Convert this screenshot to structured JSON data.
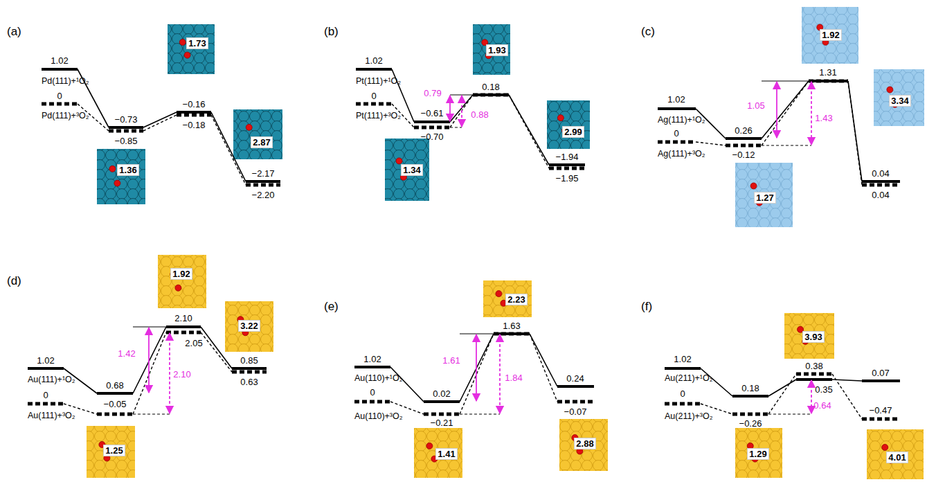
{
  "diagram": {
    "labels": [
      "(a)",
      "1.02",
      "Pd(111)+¹O₂",
      "0",
      "Pd(111)+³O₂",
      "−0.73",
      "−0.85",
      "1.73",
      "1.36",
      "−0.16",
      "−0.18",
      "2.87",
      "−2.17",
      "−2.20",
      "(b)",
      "1.02",
      "Pt(111)+¹O₂",
      "0",
      "Pt(111)+³O₂",
      "−0.61",
      "−0.70",
      "0.79",
      "0.88",
      "0.18",
      "1.93",
      "1.34",
      "2.99",
      "−1.94",
      "−1.95",
      "(c)",
      "1.02",
      "Ag(111)+¹O₂",
      "0",
      "Ag(111)+³O₂",
      "0.26",
      "−0.12",
      "1.05",
      "1.43",
      "1.31",
      "1.92",
      "1.27",
      "3.34",
      "0.04",
      "0.04",
      "(d)",
      "1.02",
      "Au(111)+¹O₂",
      "0",
      "Au(111)+³O₂",
      "0.68",
      "−0.05",
      "1.42",
      "2.10",
      "2.10",
      "2.05",
      "1.92",
      "1.25",
      "3.22",
      "0.85",
      "0.63",
      "(e)",
      "1.02",
      "Au(110)+¹O₂",
      "0",
      "Au(110)+³O₂",
      "0.02",
      "−0.21",
      "1.61",
      "1.84",
      "1.63",
      "2.23",
      "1.41",
      "2.88",
      "0.24",
      "−0.07",
      "(f)",
      "1.02",
      "Au(211)+¹O₂",
      "0",
      "Au(211)+³O₂",
      "0.18",
      "−0.26",
      "0.38",
      "0.35",
      "0.64",
      "3.93",
      "1.29",
      "4.01",
      "0.07",
      "−0.47"
    ]
  }
}
